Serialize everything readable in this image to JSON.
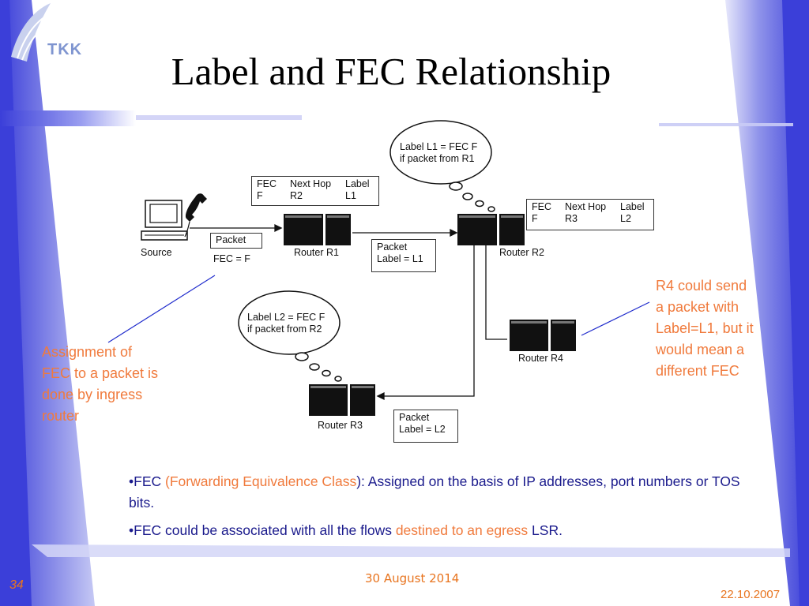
{
  "logo": {
    "text": "TKK"
  },
  "slide": {
    "title": "Label and FEC Relationship"
  },
  "diagram": {
    "source_label": "Source",
    "packet_source": {
      "line1": "Packet",
      "line2": "FEC = F"
    },
    "packet_r1_r2": {
      "line1": "Packet",
      "line2": "Label = L1"
    },
    "packet_r2_r3": {
      "line1": "Packet",
      "line2": "Label = L2"
    },
    "table_r1": {
      "headers": [
        "FEC",
        "Next Hop",
        "Label"
      ],
      "row": [
        "F",
        "R2",
        "L1"
      ]
    },
    "table_r2": {
      "headers": [
        "FEC",
        "Next Hop",
        "Label"
      ],
      "row": [
        "F",
        "R3",
        "L2"
      ]
    },
    "bubble_r2": {
      "line1": "Label L1 = FEC F",
      "line2": "if packet from R1"
    },
    "bubble_r3": {
      "line1": "Label L2 = FEC F",
      "line2": "if packet from R2"
    },
    "routers": {
      "r1": "Router R1",
      "r2": "Router R2",
      "r3": "Router R3",
      "r4": "Router R4"
    }
  },
  "notes": {
    "left": [
      "Assignment of",
      "FEC to a packet is",
      "done by ingress",
      "router"
    ],
    "right": [
      "R4 could send",
      "a packet with",
      "Label=L1, but it",
      "would mean a",
      "different FEC"
    ]
  },
  "bullets": {
    "b1": {
      "prefix": "•FEC ",
      "highlight": "(Forwarding Equivalence Class",
      "suffix": "): Assigned on the basis of IP addresses, port numbers or TOS bits."
    },
    "b2": {
      "prefix": "•FEC could be associated with all the flows ",
      "highlight": "destined to an egress",
      "suffix": " LSR."
    }
  },
  "footer": {
    "date": "30 August 2014",
    "slide_number": "34",
    "right_date": "22.10.2007"
  },
  "colors": {
    "accent_blue": "#3b3fd9",
    "note_orange": "#f07a3c",
    "text_blue": "#1a1a8c"
  }
}
